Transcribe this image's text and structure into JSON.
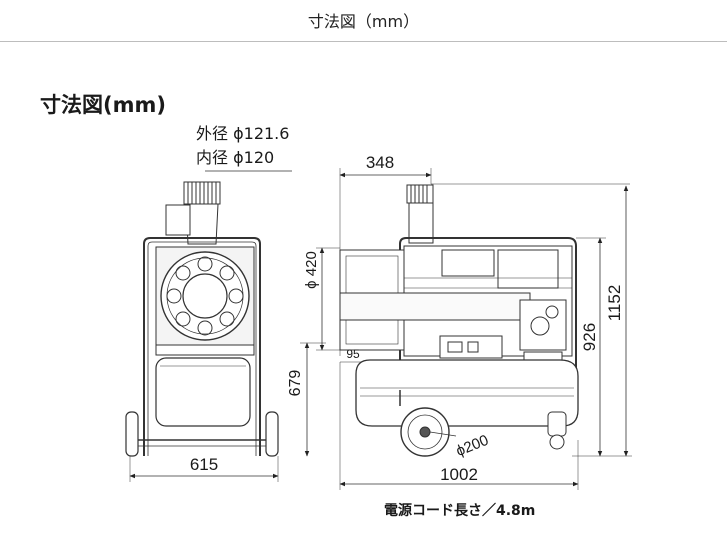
{
  "header": {
    "title": "寸法図（mm）"
  },
  "section": {
    "title": "寸法図(mm)"
  },
  "front_view": {
    "outer_diameter_label": "外径 ϕ121.6",
    "inner_diameter_label": "内径 ϕ120",
    "height_label": "679",
    "width_label": "615"
  },
  "side_view": {
    "depth_label": "348",
    "burner_diameter_label": "ϕ 420",
    "offset_label": "95",
    "total_height_label": "1152",
    "body_height_label": "926",
    "wheel_diameter_label": "ϕ200",
    "length_label": "1002"
  },
  "caption": "電源コード長さ／4.8m"
}
